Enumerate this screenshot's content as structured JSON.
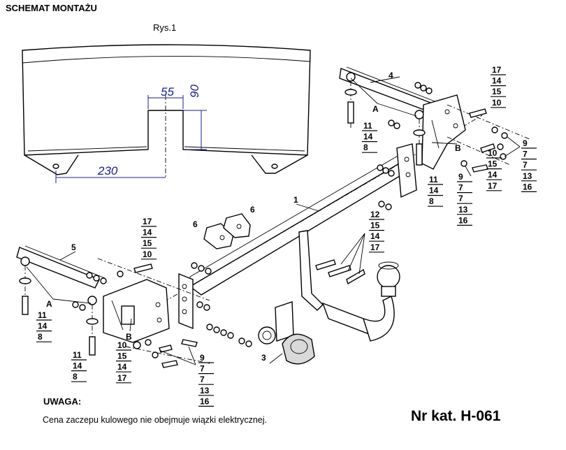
{
  "header": {
    "title": "SCHEMAT MONTAŻU"
  },
  "figure": {
    "label": "Rys.1",
    "dimensions": {
      "width_notch": "55",
      "depth_notch": "90",
      "offset": "230"
    }
  },
  "callouts": {
    "part1": "1",
    "part3": "3",
    "part4": "4",
    "part5": "5",
    "part6a": "6",
    "part6b": "6",
    "point_a_right": "A",
    "point_b_right": "B",
    "point_a_left": "A",
    "point_b_left": "B",
    "stack_right_top": [
      "17",
      "14",
      "15",
      "10"
    ],
    "stack_right_bolt": [
      "11",
      "14",
      "8"
    ],
    "stack_right_mid": [
      "11",
      "14",
      "8"
    ],
    "stack_right_9": [
      "9",
      "7",
      "7",
      "13",
      "16"
    ],
    "stack_right_10": [
      "10",
      "15",
      "14",
      "17"
    ],
    "stack_right_9b": [
      "9",
      "7",
      "7",
      "13",
      "16"
    ],
    "stack_center": [
      "12",
      "15",
      "14",
      "17"
    ],
    "stack_left_top": [
      "17",
      "14",
      "15",
      "10"
    ],
    "stack_left_bolt": [
      "11",
      "14",
      "8"
    ],
    "stack_left_bottom": [
      "11",
      "14",
      "8"
    ],
    "stack_left_10": [
      "10",
      "15",
      "14",
      "17"
    ],
    "stack_left_9": [
      "9",
      "7",
      "7",
      "13",
      "16"
    ]
  },
  "note": {
    "heading": "UWAGA:",
    "text": "Cena zaczepu kulowego nie obejmuje wiązki elektrycznej."
  },
  "catalog": {
    "text": "Nr kat. H-061"
  }
}
